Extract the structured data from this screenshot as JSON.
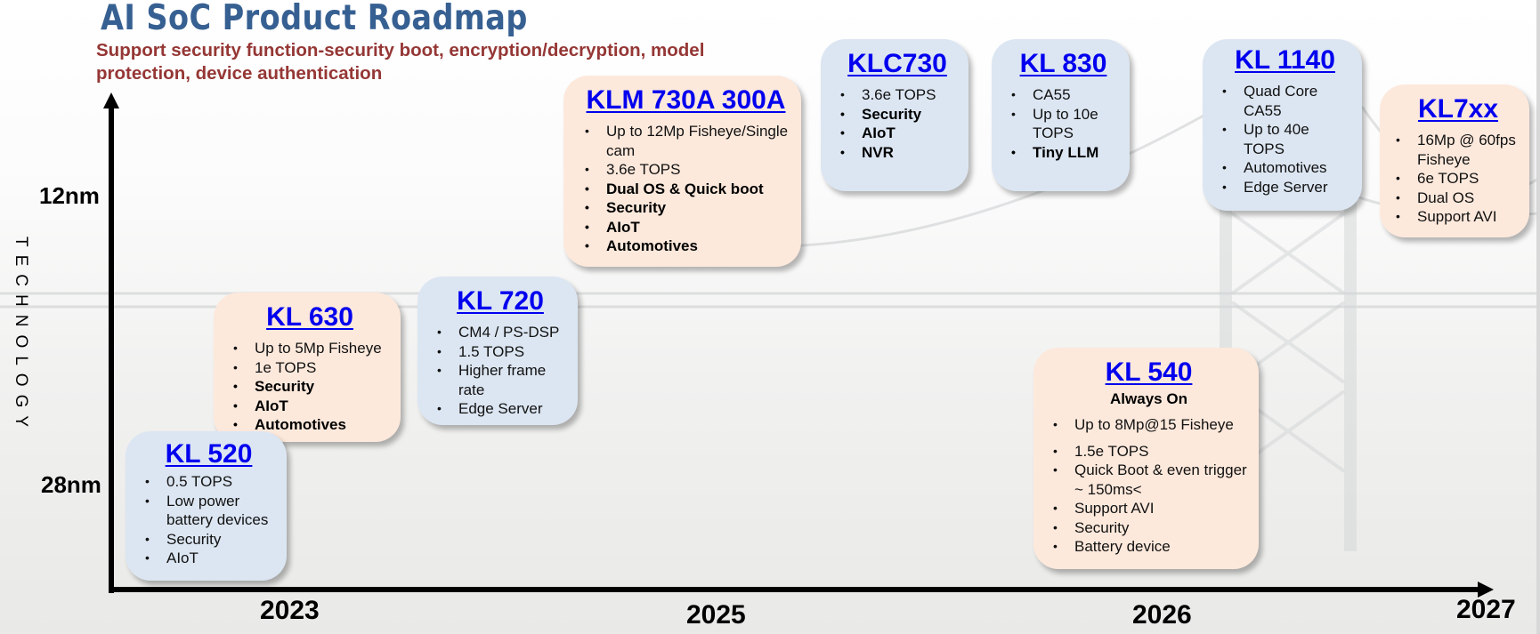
{
  "title": "AI SoC Product Roadmap",
  "subtitle": "Support security function-security boot, encryption/decryption, model protection, device authentication",
  "axes": {
    "y_label": "TECHNOLOGY",
    "y_ticks": [
      "12nm",
      "28nm"
    ],
    "x_ticks": [
      "2023",
      "2025",
      "2026",
      "2027"
    ]
  },
  "colors": {
    "title": "#376092",
    "subtitle": "#953735",
    "product_name": "#0000ee",
    "box_peach": "#fde9dc",
    "box_blue": "#dce6f2"
  },
  "products": [
    {
      "name": "KL 520",
      "node": "28nm",
      "year": "2023",
      "color": "blue",
      "features": [
        {
          "text": "0.5 TOPS",
          "bold": false
        },
        {
          "text": "Low power battery devices",
          "bold": false
        },
        {
          "text": "Security",
          "bold": false
        },
        {
          "text": "AIoT",
          "bold": false
        }
      ]
    },
    {
      "name": "KL 630",
      "year": "2023",
      "color": "peach",
      "features": [
        {
          "text": "Up to 5Mp Fisheye",
          "bold": false
        },
        {
          "text": "1e TOPS",
          "bold": false
        },
        {
          "text": "Security",
          "bold": true
        },
        {
          "text": "AIoT",
          "bold": true
        },
        {
          "text": "Automotives",
          "bold": true
        }
      ]
    },
    {
      "name": "KL 720",
      "color": "blue",
      "features": [
        {
          "text": "CM4 / PS-DSP",
          "bold": false
        },
        {
          "text": "1.5 TOPS",
          "bold": false
        },
        {
          "text": "Higher frame rate",
          "bold": false
        },
        {
          "text": "Edge Server",
          "bold": false
        }
      ]
    },
    {
      "name": "KLM 730A 300A",
      "year": "2025",
      "color": "peach",
      "features": [
        {
          "text": "Up to 12Mp Fisheye/Single cam",
          "bold": false
        },
        {
          "text": "3.6e TOPS",
          "bold": false
        },
        {
          "text": "Dual OS & Quick boot",
          "bold": true
        },
        {
          "text": "Security",
          "bold": true
        },
        {
          "text": "AIoT",
          "bold": true
        },
        {
          "text": "Automotives",
          "bold": true
        }
      ]
    },
    {
      "name": "KLC730",
      "color": "blue",
      "features": [
        {
          "text": "3.6e TOPS",
          "bold": false
        },
        {
          "text": "Security",
          "bold": true
        },
        {
          "text": "AIoT",
          "bold": true
        },
        {
          "text": "NVR",
          "bold": true
        }
      ]
    },
    {
      "name": "KL 830",
      "color": "blue",
      "features": [
        {
          "text": "CA55",
          "bold": false
        },
        {
          "text": "Up to 10e TOPS",
          "bold": false
        },
        {
          "text": "Tiny LLM",
          "bold": true
        }
      ]
    },
    {
      "name": "KL 1140",
      "color": "blue",
      "features": [
        {
          "text": "Quad Core CA55",
          "bold": false
        },
        {
          "text": "Up to 40e TOPS",
          "bold": false
        },
        {
          "text": "Automotives",
          "bold": false
        },
        {
          "text": "Edge Server",
          "bold": false
        }
      ]
    },
    {
      "name": "KL7xx",
      "color": "peach",
      "features": [
        {
          "text": "16Mp @ 60fps Fisheye",
          "bold": false
        },
        {
          "text": "6e TOPS",
          "bold": false
        },
        {
          "text": "Dual OS",
          "bold": false
        },
        {
          "text": "Support AVI",
          "bold": false
        }
      ]
    },
    {
      "name": "KL 540",
      "note": "Always On",
      "year": "2026",
      "color": "peach",
      "features": [
        {
          "text": "Up to 8Mp@15 Fisheye",
          "bold": false
        },
        {
          "text": "1.5e TOPS",
          "bold": false
        },
        {
          "text": "Quick Boot & even trigger ~ 150ms<",
          "bold": false
        },
        {
          "text": "Support AVI",
          "bold": false
        },
        {
          "text": "Security",
          "bold": false
        },
        {
          "text": "Battery device",
          "bold": false
        }
      ]
    }
  ]
}
